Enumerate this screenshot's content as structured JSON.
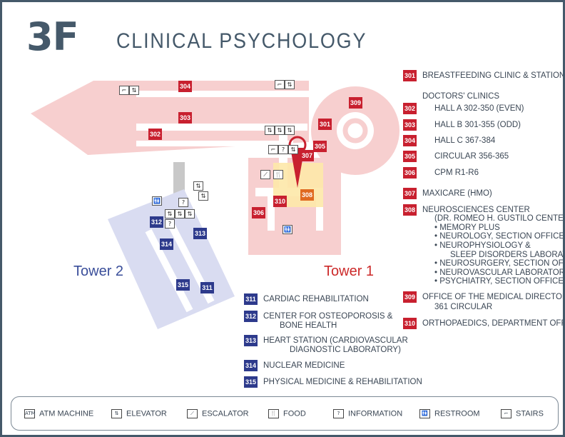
{
  "header": {
    "floor": "3F",
    "title": "CLINICAL PSYCHOLOGY"
  },
  "towers": {
    "tower2": "Tower 2",
    "tower1": "Tower 1"
  },
  "colors": {
    "tower1_fill": "#f7cfcf",
    "tower2_fill": "#d9dcf1",
    "red_badge": "#c8202f",
    "blue_badge": "#2d3a8c",
    "orange_badge": "#e06a20",
    "text": "#3a4654",
    "frame": "#45596a"
  },
  "map_rooms": {
    "r304": "304",
    "r303": "303",
    "r302": "302",
    "r301": "301",
    "r309": "309",
    "r305": "305",
    "r307": "307",
    "r310": "310",
    "r308": "308",
    "r306": "306",
    "r312": "312",
    "r313": "313",
    "r314": "314",
    "r315": "315",
    "r311": "311"
  },
  "directory_red": [
    {
      "code": "301",
      "text": "BREASTFEEDING CLINIC & STATION"
    },
    {
      "code": "",
      "text": "DOCTORS' CLINICS"
    },
    {
      "code": "302",
      "text": "HALL A 302-350 (EVEN)"
    },
    {
      "code": "303",
      "text": "HALL B 301-355 (ODD)"
    },
    {
      "code": "304",
      "text": "HALL C 367-384"
    },
    {
      "code": "305",
      "text": "CIRCULAR 356-365"
    },
    {
      "code": "306",
      "text": "CPM R1-R6"
    },
    {
      "code": "307",
      "text": "MAXICARE (HMO)"
    },
    {
      "code": "308",
      "text": "NEUROSCIENCES CENTER"
    },
    {
      "code": "309",
      "text": "OFFICE OF THE MEDICAL DIRECTOR"
    },
    {
      "code": "310",
      "text": "ORTHOPAEDICS, DEPARTMENT OFFICE"
    }
  ],
  "neuro_sub": [
    "(DR. ROMEO H. GUSTILO CENTER)",
    "• MEMORY PLUS",
    "• NEUROLOGY, SECTION OFFICE",
    "• NEUROPHYSIOLOGY &",
    "SLEEP DISORDERS LABORATORY",
    "• NEUROSURGERY, SECTION OFFICE",
    "• NEUROVASCULAR LABORATORY",
    "• PSYCHIATRY, SECTION OFFICE"
  ],
  "office_sub": "361 CIRCULAR",
  "directory_blue": [
    {
      "code": "311",
      "text": "CARDIAC REHABILITATION"
    },
    {
      "code": "312",
      "text": "CENTER FOR OSTEOPOROSIS &"
    },
    {
      "code": "313",
      "text": "HEART STATION (CARDIOVASCULAR"
    },
    {
      "code": "314",
      "text": "NUCLEAR MEDICINE"
    },
    {
      "code": "315",
      "text": "PHYSICAL MEDICINE & REHABILITATION"
    }
  ],
  "blue_sub": {
    "osteo": "BONE HEALTH",
    "heart": "DIAGNOSTIC LABORATORY)"
  },
  "legend": [
    {
      "icon": "atm-icon",
      "glyph": "ATM",
      "label": "ATM MACHINE"
    },
    {
      "icon": "elevator-icon",
      "glyph": "⇅",
      "label": "ELEVATOR"
    },
    {
      "icon": "escalator-icon",
      "glyph": "⟋",
      "label": "ESCALATOR"
    },
    {
      "icon": "food-icon",
      "glyph": "🍴",
      "label": "FOOD"
    },
    {
      "icon": "information-icon",
      "glyph": "?",
      "label": "INFORMATION"
    },
    {
      "icon": "restroom-icon",
      "glyph": "🚻",
      "label": "RESTROOM"
    },
    {
      "icon": "stairs-icon",
      "glyph": "⌐",
      "label": "STAIRS"
    }
  ]
}
